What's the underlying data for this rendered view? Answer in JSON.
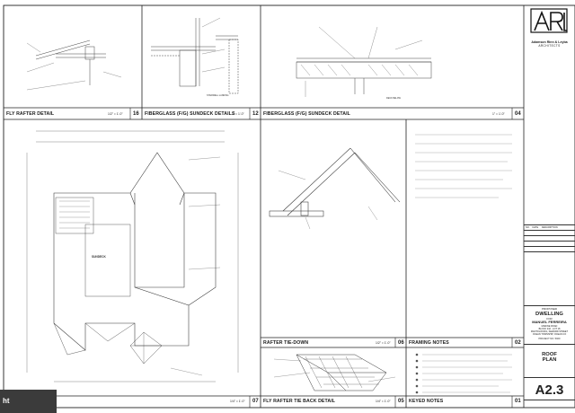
{
  "details": {
    "fly_rafter": {
      "title": "FLY RAFTER DETAIL",
      "scale": "1/2\" = 1'-0\"",
      "num": "16"
    },
    "sundeck_fg1": {
      "title": "FIBERGLASS (F/G) SUNDECK DETAILS",
      "scale": "1\" = 1'-0\"",
      "num": "12"
    },
    "sundeck_fg2": {
      "title": "FIBERGLASS (F/G) SUNDECK DETAIL",
      "scale": "1\" = 1'-0\"",
      "num": "04"
    },
    "roof_plan": {
      "title": "",
      "scale": "1/4\" = 1'-0\"",
      "num": "07"
    },
    "rafter_tiedown": {
      "title": "RAFTER TIE-DOWN",
      "scale": "1/2\" = 1'-0\"",
      "num": "06"
    },
    "framing_notes": {
      "title": "FRAMING NOTES",
      "num": "02"
    },
    "fly_tieback": {
      "title": "FLY RAFTER TIE BACK DETAIL",
      "scale": "1/4\" = 1'-0\"",
      "num": "05"
    },
    "keyed_notes": {
      "title": "KEYED NOTES",
      "num": "01"
    }
  },
  "plan_labels": {
    "sundeck": "SUNDECK",
    "stairwell": "STAIRWELL LANDING",
    "deck_below": "DECK BELOW"
  },
  "title_block": {
    "firm_line1": "Adamson Rinn & Leyba",
    "firm_line2": "ARCHITECTS",
    "project_type": "PROPOSED",
    "project_name": "DWELLING",
    "for_label": "FOR",
    "client": "MANUEL FERREIRA",
    "address1": "MARINE ROAD",
    "address2": "BLOCK 242 - LOT 18",
    "address3": "MANTOLOKING, SEWARD STREET",
    "address4": "OCEAN TOWNSHIP, OCEAN CO",
    "project_no": "PROJECT NO. 5020",
    "drawing_title1": "ROOF",
    "drawing_title2": "PLAN",
    "sheet_number": "A2.3",
    "no_label": "NO.",
    "date_label": "DATE",
    "desc_label": "DESCRIPTION"
  },
  "badge": "ht"
}
